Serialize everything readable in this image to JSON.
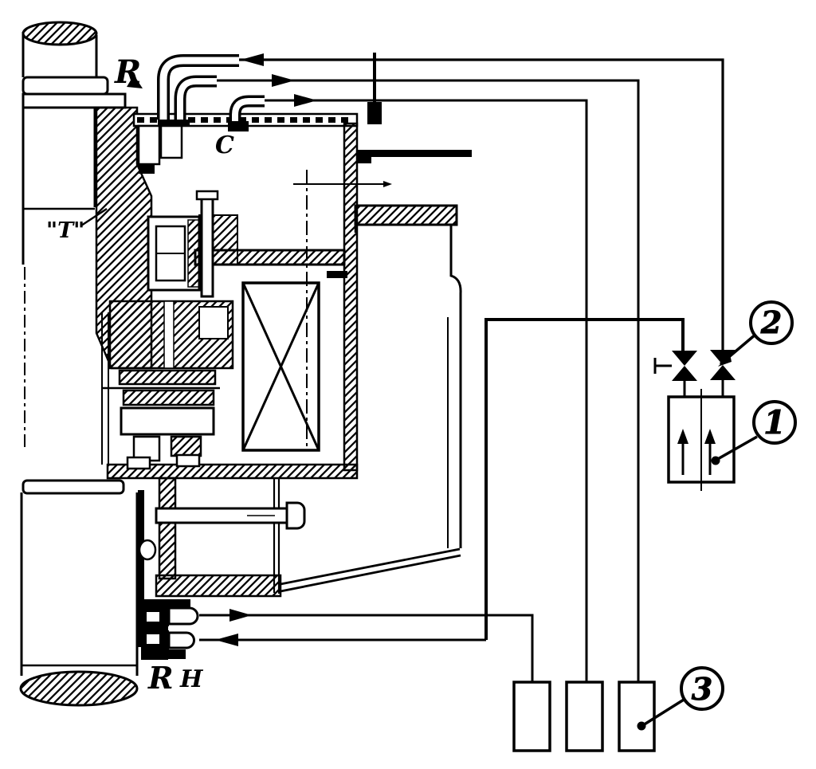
{
  "page": {
    "background": "#ffffff",
    "ink": "#000000"
  },
  "labels": {
    "top_port": "R",
    "cover_connection": "C",
    "clearance": "\"T\"",
    "bottom_port_r": "R",
    "bottom_port_h": "H"
  },
  "callouts": [
    {
      "number": "1",
      "target": "flow-indicator"
    },
    {
      "number": "2",
      "target": "isolation-valves"
    },
    {
      "number": "3",
      "target": "instrument-blocks"
    }
  ]
}
